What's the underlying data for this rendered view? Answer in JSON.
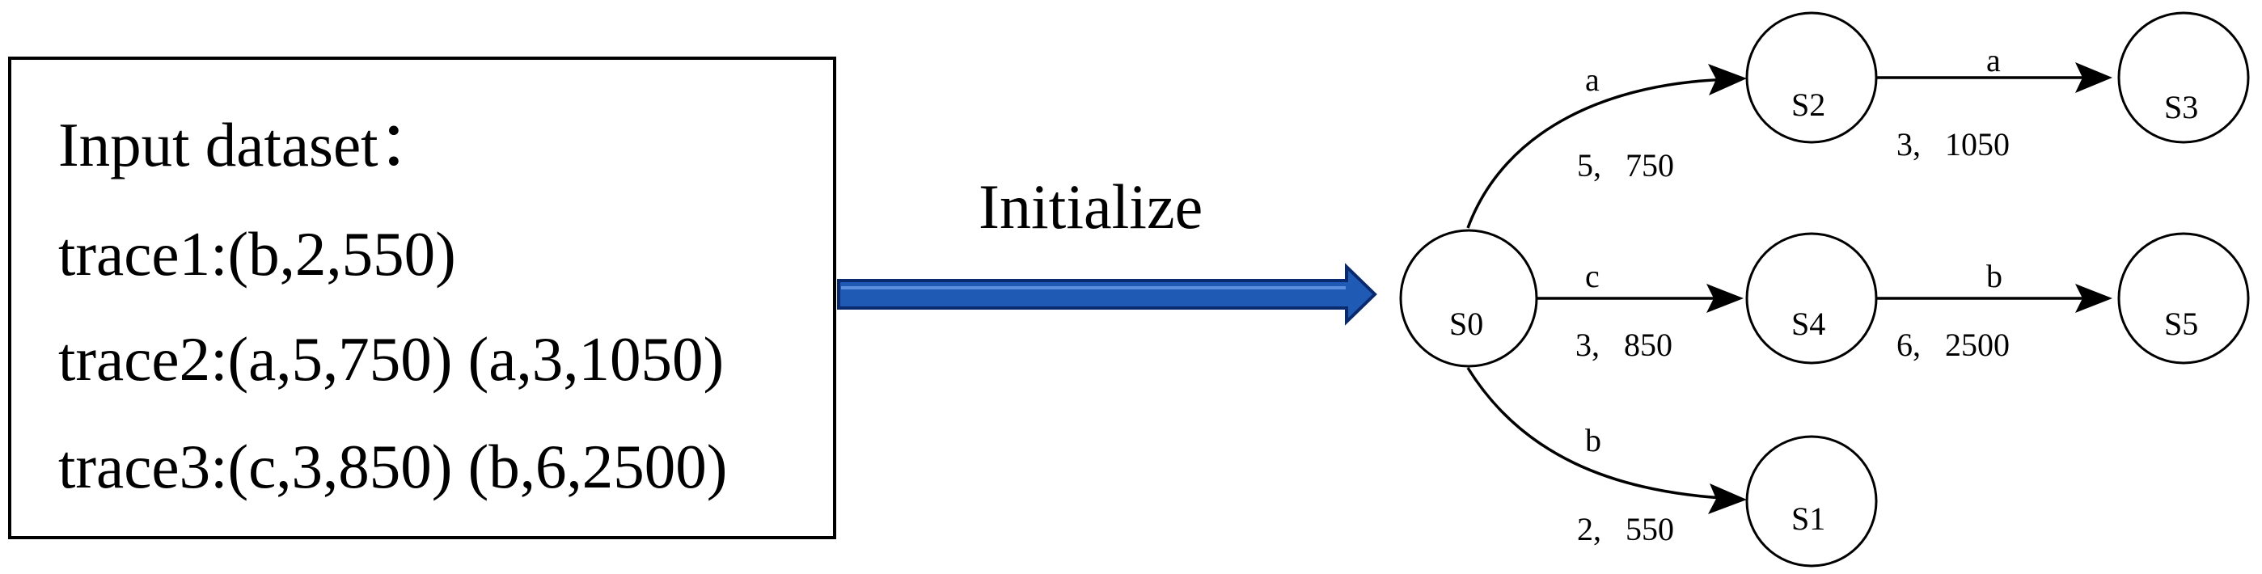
{
  "dataset": {
    "title": "Input dataset：",
    "traces": [
      "trace1:(b,2,550)",
      "trace2:(a,5,750) (a,3,1050)",
      "trace3:(c,3,850) (b,6,2500)"
    ]
  },
  "action": {
    "label": "Initialize",
    "arrow_color": "#1F5BB5",
    "arrow_outline": "#0A2A6E"
  },
  "graph": {
    "nodes": [
      {
        "id": "S0",
        "label": "S0"
      },
      {
        "id": "S2",
        "label": "S2"
      },
      {
        "id": "S3",
        "label": "S3"
      },
      {
        "id": "S4",
        "label": "S4"
      },
      {
        "id": "S5",
        "label": "S5"
      },
      {
        "id": "S1",
        "label": "S1"
      }
    ],
    "edges": [
      {
        "from": "S0",
        "to": "S2",
        "label": "a",
        "stats": "5,   750"
      },
      {
        "from": "S2",
        "to": "S3",
        "label": "a",
        "stats": "3,   1050"
      },
      {
        "from": "S0",
        "to": "S4",
        "label": "c",
        "stats": "3,   850"
      },
      {
        "from": "S4",
        "to": "S5",
        "label": "b",
        "stats": "6,   2500"
      },
      {
        "from": "S0",
        "to": "S1",
        "label": "b",
        "stats": "2,   550"
      }
    ]
  }
}
